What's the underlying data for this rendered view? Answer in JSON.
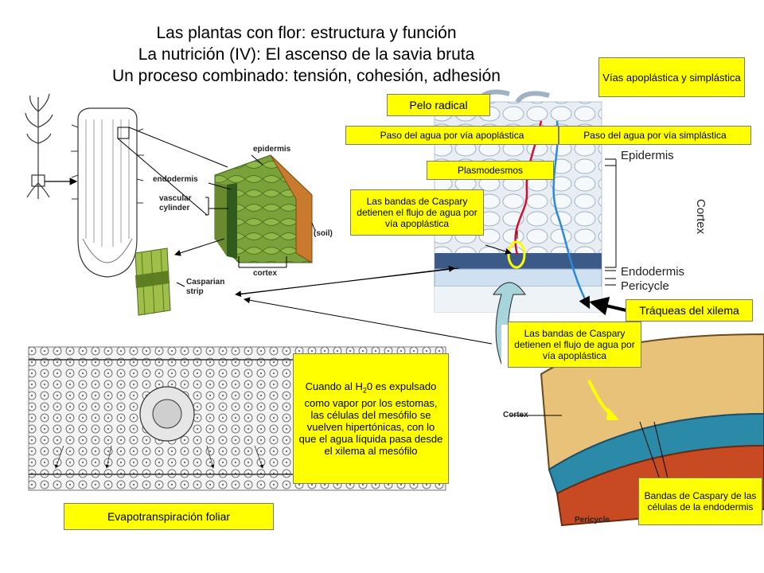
{
  "title": {
    "line1": "Las plantas con flor: estructura y función",
    "line2": "La nutrición (IV): El ascenso de la savia bruta",
    "line3": "Un proceso combinado: tensión, cohesión, adhesión"
  },
  "root_figure": {
    "labels": {
      "epidermis": "epidermis",
      "endodermis": "endodermis",
      "vascular": "vascular",
      "cylinder": "cylinder",
      "soil": "(soil)",
      "cortex": "cortex",
      "casparian": "Casparian",
      "strip": "strip"
    }
  },
  "cortex_figure": {
    "labels": {
      "epidermis": "Epidermis",
      "cortex": "Cortex",
      "endodermis": "Endodermis",
      "pericycle": "Pericycle"
    }
  },
  "detail_figure": {
    "labels": {
      "cortex": "Cortex",
      "pericycle": "Pericycle"
    }
  },
  "callouts": {
    "vias": "Vías apoplástica y simplástica",
    "pelo_radical": "Pelo radical",
    "paso_apoplastica": "Paso del agua por vía apoplástica",
    "paso_simplastica": "Paso del agua por vía simplástica",
    "plasmodesmos": "Plasmodesmos",
    "caspary_1": "Las bandas de Caspary detienen el flujo de agua por vía apoplástica",
    "traqueas": "Tráqueas del xilema",
    "caspary_2": "Las bandas de Caspary detienen el flujo de agua por vía apoplástica",
    "bandas_endodermis": "Bandas de Caspary de las células de la endodermis",
    "evapotranspiracion": "Evapotranspiración foliar"
  },
  "leaf_note": {
    "part1": "Cuando al H",
    "sub1": "2",
    "part2": "0 es expulsado como vapor por los estomas, las células del mesófilo se vuelven hipertónicas, con lo que el agua líquida pasa desde el xilema al mesófilo"
  },
  "colors": {
    "callout_bg": "#ffff00",
    "apoplast_path": "#d01030",
    "symplast_path": "#2a8ad8",
    "caspary_ring": "#ffff00"
  }
}
